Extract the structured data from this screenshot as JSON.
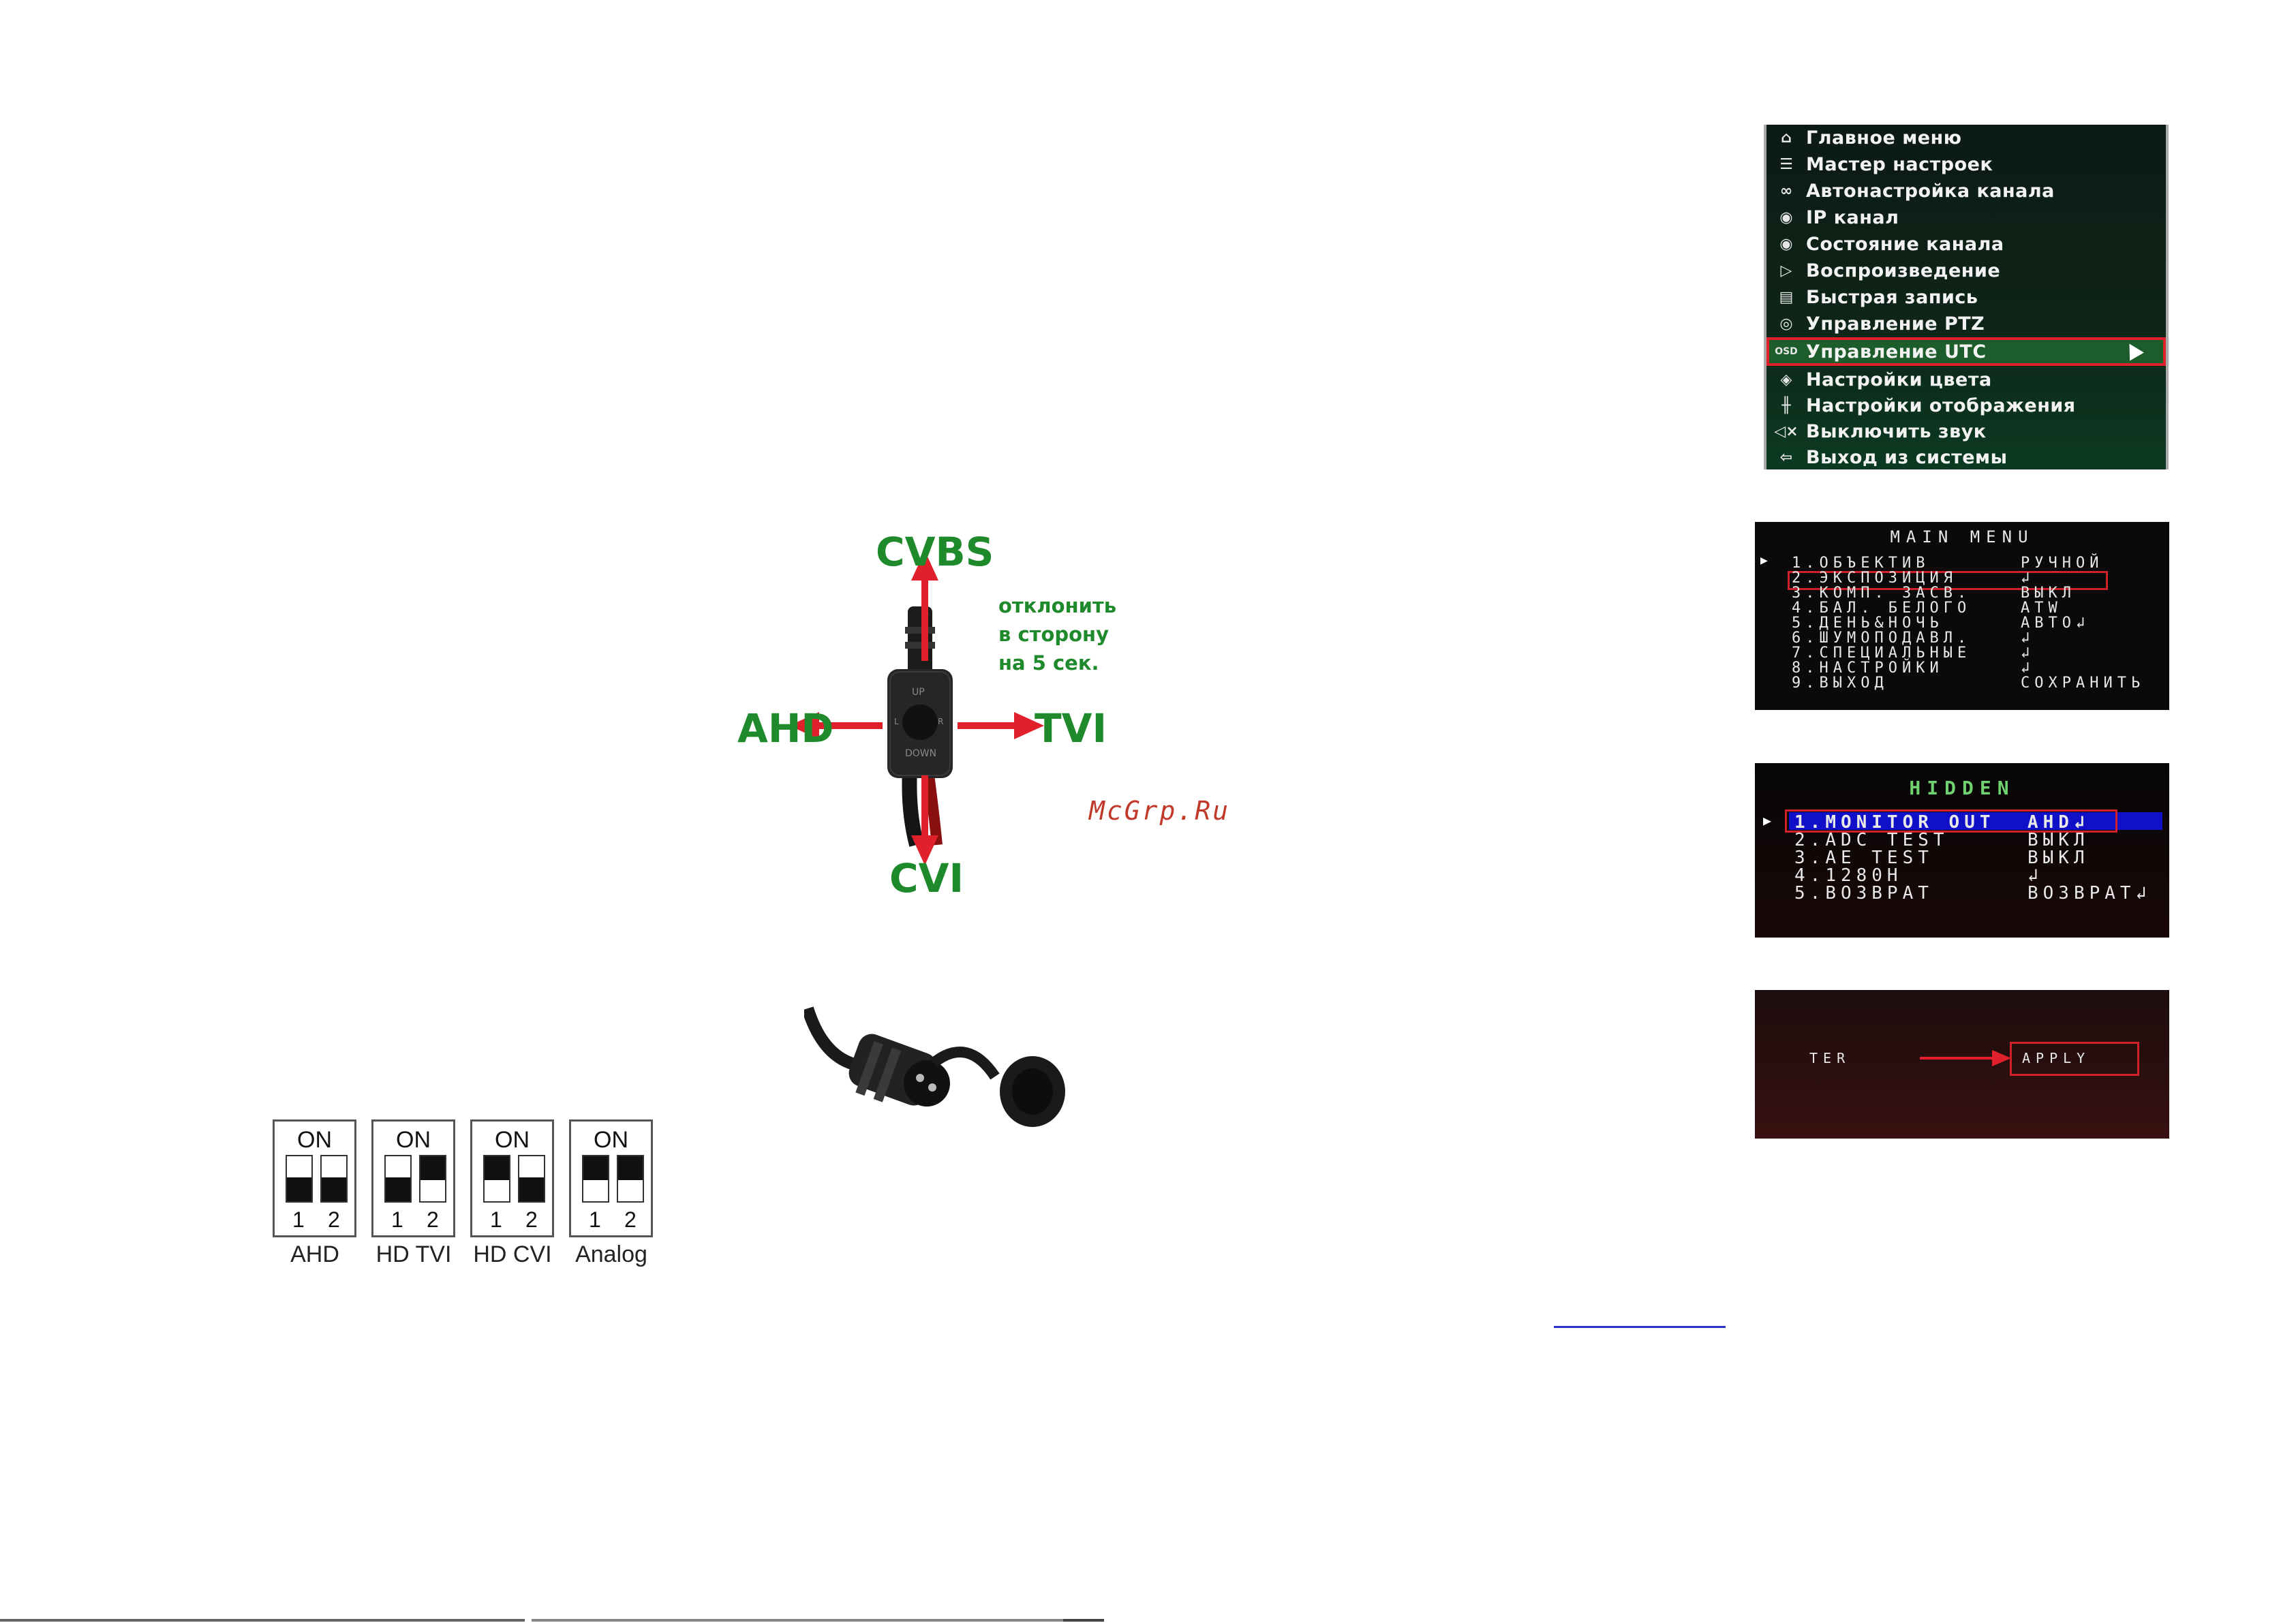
{
  "joystick": {
    "up_label": "CVBS",
    "down_label": "CVI",
    "left_label": "AHD",
    "right_label": "TVI",
    "note_line1": "отклонить",
    "note_line2": "в сторону",
    "note_line3": "на 5 сек.",
    "knob_up": "UP",
    "knob_down": "DOWN",
    "knob_left": "L",
    "knob_right": "R"
  },
  "watermark": "McGrp.Ru",
  "dip_switches": {
    "on_label": "ON",
    "num1": "1",
    "num2": "2",
    "items": [
      {
        "caption": "AHD",
        "switch1": "down",
        "switch2": "down"
      },
      {
        "caption": "HD TVI",
        "switch1": "down",
        "switch2": "up"
      },
      {
        "caption": "HD CVI",
        "switch1": "up",
        "switch2": "down"
      },
      {
        "caption": "Analog",
        "switch1": "up",
        "switch2": "up"
      }
    ]
  },
  "dvr_menu": {
    "items": [
      {
        "icon": "home-icon",
        "label": "Главное меню"
      },
      {
        "icon": "list-icon",
        "label": "Мастер настроек"
      },
      {
        "icon": "auto-channel-icon",
        "label": "Автонастройка канала"
      },
      {
        "icon": "ip-camera-icon",
        "label": "IP канал"
      },
      {
        "icon": "channel-status-icon",
        "label": "Состояние канала"
      },
      {
        "icon": "playback-icon",
        "label": "Воспроизведение"
      },
      {
        "icon": "record-icon",
        "label": "Быстрая запись"
      },
      {
        "icon": "ptz-icon",
        "label": "Управление PTZ"
      },
      {
        "icon": "osd-icon",
        "label": "Управление UTC",
        "selected": true
      },
      {
        "icon": "color-icon",
        "label": "Настройки цвета"
      },
      {
        "icon": "display-icon",
        "label": "Настройки отображения"
      },
      {
        "icon": "mute-icon",
        "label": "Выключить звук"
      },
      {
        "icon": "exit-icon",
        "label": "Выход из системы"
      }
    ]
  },
  "main_menu": {
    "title": "MAIN MENU",
    "rows": [
      {
        "num": "1.",
        "label": "ОБЪЕКТИВ",
        "value": "РУЧНОЙ"
      },
      {
        "num": "2.",
        "label": "ЭКСПОЗИЦИЯ",
        "value": "↲"
      },
      {
        "num": "3.",
        "label": "КОМП. ЗАСВ.",
        "value": "ВЫКЛ"
      },
      {
        "num": "4.",
        "label": "БАЛ. БЕЛОГО",
        "value": "ATW"
      },
      {
        "num": "5.",
        "label": "ДЕНЬ&НОЧЬ",
        "value": "АВТО↲"
      },
      {
        "num": "6.",
        "label": "ШУМОПОДАВЛ.",
        "value": "↲"
      },
      {
        "num": "7.",
        "label": "СПЕЦИАЛЬНЫЕ",
        "value": "↲"
      },
      {
        "num": "8.",
        "label": "НАСТРОЙКИ",
        "value": "↲"
      },
      {
        "num": "9.",
        "label": "ВЫХОД",
        "value": "СОХРАНИТЬ"
      }
    ]
  },
  "hidden_menu": {
    "title": "HIDDEN",
    "rows": [
      {
        "num": "1.",
        "label": "MONITOR OUT",
        "value": "AHD↲"
      },
      {
        "num": "2.",
        "label": "ADC TEST",
        "value": "ВЫКЛ"
      },
      {
        "num": "3.",
        "label": "AE TEST",
        "value": "ВЫКЛ"
      },
      {
        "num": "4.",
        "label": "1280H",
        "value": "↲"
      },
      {
        "num": "5.",
        "label": "ВОЗВРАТ",
        "value": "ВОЗВРАТ↲"
      }
    ]
  },
  "apply_screen": {
    "left_text": "TER",
    "button_label": "APPLY"
  },
  "colors": {
    "green_label": "#1f8a2b",
    "arrow_red": "#e0202a",
    "highlight_red": "#d0202a",
    "osd_select_blue": "#1010c8"
  }
}
